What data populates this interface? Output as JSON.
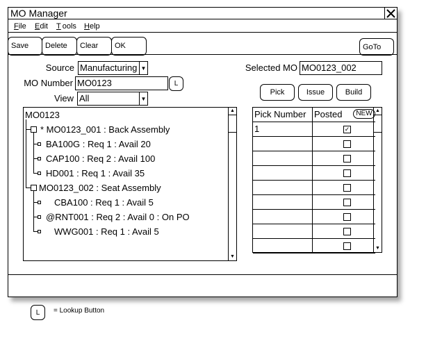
{
  "window": {
    "title": "MO Manager",
    "close_icon": "close-x-icon"
  },
  "menu": {
    "items": [
      {
        "label": "File",
        "accel": "F",
        "rest": "ile"
      },
      {
        "label": "Edit",
        "accel": "E",
        "rest": "dit"
      },
      {
        "label": "Tools",
        "accel": "T",
        "rest": "ools"
      },
      {
        "label": "Help",
        "accel": "H",
        "rest": "elp"
      }
    ]
  },
  "toolbar": {
    "save_label": "Save",
    "delete_label": "Delete",
    "clear_label": "Clear",
    "ok_label": "OK",
    "goto_label": "GoTo"
  },
  "form": {
    "source_label": "Source",
    "source_value": "Manufacturing",
    "mo_number_label": "MO Number",
    "mo_number_value": "MO0123",
    "lookup_label": "L",
    "view_label": "View",
    "view_value": "All",
    "selected_mo_label": "Selected MO",
    "selected_mo_value": "MO0123_002"
  },
  "actions": {
    "pick_label": "Pick",
    "issue_label": "Issue",
    "build_label": "Build"
  },
  "tree": {
    "root": "MO0123",
    "nodes": [
      {
        "label": "* MO0123_001 : Back Assembly",
        "level": 1
      },
      {
        "label": "BA100G : Req 1 : Avail 20",
        "level": 2
      },
      {
        "label": "CAP100 : Req 2 : Avail 100",
        "level": 2
      },
      {
        "label": "HD001 : Req 1 : Avail 35",
        "level": 2
      },
      {
        "label": "MO0123_002 : Seat Assembly",
        "level": 1
      },
      {
        "label": "CBA100 : Req 1 : Avail 5",
        "level": 2
      },
      {
        "label": "@RNT001 : Req 2 : Avail 0 : On PO",
        "level": 2
      },
      {
        "label": "WWG001 : Req 1 : Avail 5",
        "level": 2
      }
    ]
  },
  "pick_grid": {
    "columns": [
      "Pick Number",
      "Posted"
    ],
    "new_label": "NEW",
    "rows": [
      {
        "pick_number": "1",
        "posted": true
      },
      {
        "pick_number": "",
        "posted": false
      },
      {
        "pick_number": "",
        "posted": false
      },
      {
        "pick_number": "",
        "posted": false
      },
      {
        "pick_number": "",
        "posted": false
      },
      {
        "pick_number": "",
        "posted": false
      },
      {
        "pick_number": "",
        "posted": false
      },
      {
        "pick_number": "",
        "posted": false
      },
      {
        "pick_number": "",
        "posted": false
      }
    ],
    "check_mark": "✓"
  },
  "legend": {
    "button_label": "L",
    "text": "= Lookup Button"
  }
}
